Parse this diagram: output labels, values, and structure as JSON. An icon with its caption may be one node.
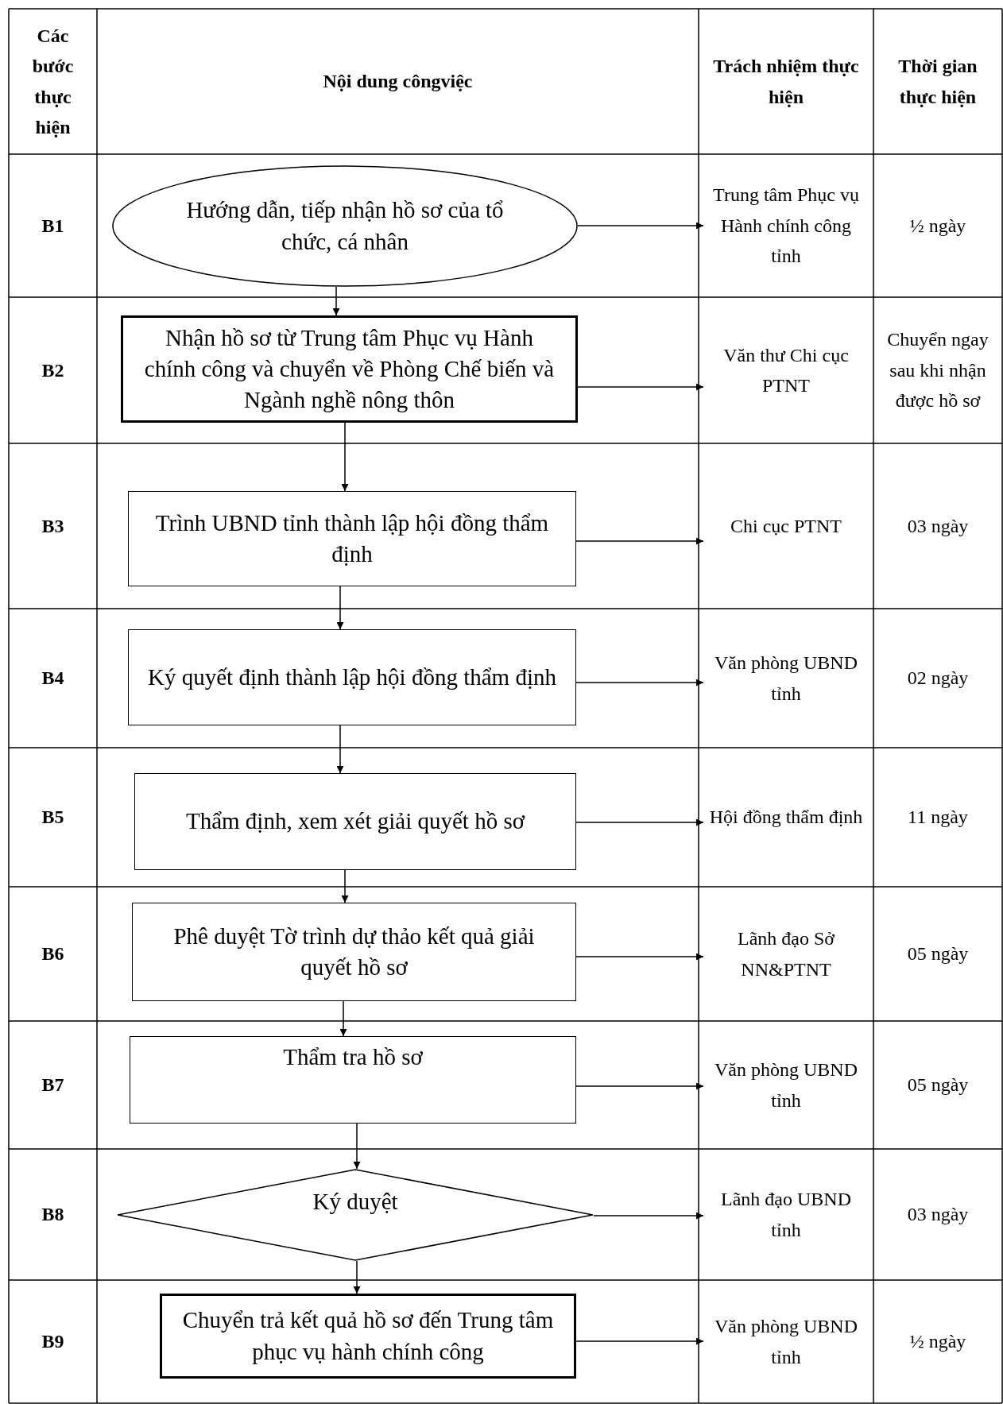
{
  "diagram": {
    "nodes": [
      {
        "text": [
          "Hướng dẫn, tiếp nhận hồ sơ của tổ chức, cá nhân"
        ]
      },
      {
        "text": [
          "Trung tâm Phục vụ Hành chính công tỉnh"
        ]
      },
      {
        "text": [
          "Nhận hồ sơ từ Trung tâm Phục vụ Hành chính công và chuyển về Phòng Chế biến và Ngành nghề nông thôn"
        ]
      },
      {
        "text": [
          "Văn thư Chi cục PTNT"
        ]
      },
      {
        "text": [
          "Trình UBND tỉnh thành lập hội đồng thẩm định"
        ]
      },
      {
        "text": [
          "Chi cục PTNT"
        ]
      },
      {
        "text": [
          "Ký quyết định thành lập hội đồng thẩm định"
        ]
      },
      {
        "text": [
          "Văn phòng UBND tỉnh"
        ]
      },
      {
        "text": [
          "Thẩm định, xem xét giải quyết hồ sơ"
        ]
      },
      {
        "text": [
          "Hội đồng thẩm định"
        ]
      },
      {
        "text": [
          "Phê duyệt Tờ trình dự thảo kết quả giải quyết hồ sơ"
        ]
      },
      {
        "text": [
          "Lãnh đạo Sở NN&PTNT"
        ]
      },
      {
        "text": [
          "Thẩm tra hồ sơ"
        ]
      },
      {
        "text": [
          "Văn phòng UBND tỉnh"
        ]
      },
      {
        "text": [
          "Ký duyệt"
        ]
      },
      {
        "text": [
          "Lãnh đạo UBND tỉnh"
        ]
      },
      {
        "text": [
          "Chuyển trả kết quả hồ sơ đến Trung tâm phục vụ hành chính công"
        ]
      },
      {
        "text": [
          "Văn phòng UBND tỉnh"
        ]
      }
    ],
    "edges": [
      {
        "from": 0,
        "to": 1,
        "arrow": "to"
      },
      {
        "from": 0,
        "to": 2,
        "arrow": "to"
      },
      {
        "from": 2,
        "to": 3,
        "arrow": "to"
      },
      {
        "from": 2,
        "to": 4,
        "arrow": "to"
      },
      {
        "from": 4,
        "to": 5,
        "arrow": "to"
      },
      {
        "from": 4,
        "to": 6,
        "arrow": "to"
      },
      {
        "from": 6,
        "to": 7,
        "arrow": "to"
      },
      {
        "from": 6,
        "to": 8,
        "arrow": "to"
      },
      {
        "from": 8,
        "to": 9,
        "arrow": "to"
      },
      {
        "from": 8,
        "to": 10,
        "arrow": "to"
      },
      {
        "from": 10,
        "to": 11,
        "arrow": "to"
      },
      {
        "from": 10,
        "to": 12,
        "arrow": "to"
      },
      {
        "from": 12,
        "to": 13,
        "arrow": "to"
      },
      {
        "from": 12,
        "to": 14,
        "arrow": "to"
      },
      {
        "from": 14,
        "to": 15,
        "arrow": "to"
      },
      {
        "from": 14,
        "to": 16,
        "arrow": "to"
      },
      {
        "from": 16,
        "to": 17,
        "arrow": "to"
      }
    ],
    "labels": [
      "Các bước thực hiện",
      "Nội dung côngviệc",
      "Trách nhiệm thực hiện",
      "Thời gian thực hiện",
      "B1",
      "½ ngày",
      "B2",
      "Chuyển ngay sau khi nhận được hồ sơ",
      "B3",
      "03 ngày",
      "B4",
      "02 ngày",
      "B5",
      "11 ngày",
      "B6",
      "05 ngày",
      "B7",
      "05 ngày",
      "B8",
      "03 ngày",
      "B9",
      "½ ngày"
    ]
  }
}
